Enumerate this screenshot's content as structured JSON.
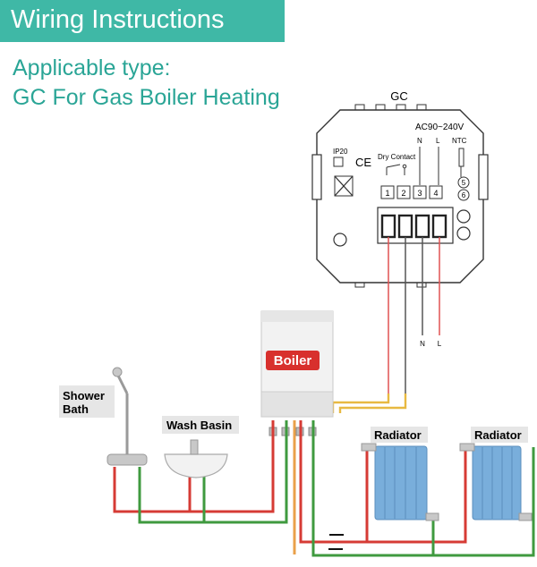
{
  "header": {
    "banner_title": "Wiring Instructions",
    "applicable_line1": "Applicable type:",
    "applicable_line2": "GC For Gas Boiler Heating"
  },
  "thermostat": {
    "model": "GC",
    "voltage": "AC90~240V",
    "ip_rating": "IP20",
    "ce_mark": "CE",
    "dry_contact": "Dry Contact",
    "n_label": "N",
    "l_label": "L",
    "ntc_label": "NTC",
    "terminals": [
      "1",
      "2",
      "3",
      "4"
    ],
    "sensor_terminals": [
      "5",
      "6"
    ]
  },
  "wires": {
    "n_label": "N",
    "l_label": "L"
  },
  "boiler": {
    "label": "Boiler"
  },
  "fixtures": {
    "shower_line1": "Shower",
    "shower_line2": "Bath",
    "wash_basin": "Wash Basin",
    "radiator_left": "Radiator",
    "radiator_right": "Radiator"
  },
  "colors": {
    "banner": "#3fb8a6",
    "title_teal": "#2aa596",
    "hot_pipe": "#d63b35",
    "cold_pipe": "#3f9a3f",
    "gas_pipe": "#e9a04a",
    "signal_wire": "#e8b941",
    "wire_red": "#e05252",
    "radiator": "#79aedb",
    "boiler_badge": "#d8302d"
  }
}
